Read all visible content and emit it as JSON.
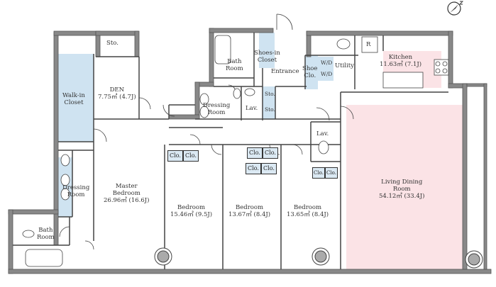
{
  "rooms": {
    "sto": "Sto.",
    "den": {
      "name": "DEN",
      "area": "7.75㎡ (4.7J)"
    },
    "walkin": {
      "line1": "Walk-in",
      "line2": "Closet"
    },
    "bath_top": {
      "line1": "Bath",
      "line2": "Room"
    },
    "shoes_in": {
      "line1": "Shoes-in",
      "line2": "Closet"
    },
    "entrance": "Entrance",
    "shoe_clo": {
      "line1": "Shoe",
      "line2": "Clo."
    },
    "wd1": "W/D",
    "wd2": "W/D",
    "utility": "Utility",
    "kitchen": {
      "name": "Kitchen",
      "area": "11.63㎡ (7.1J)",
      "fridge": "R"
    },
    "dressing_top": {
      "line1": "Dressing",
      "line2": "Room"
    },
    "lav_top": "Lav.",
    "sto_small1": "Sto.",
    "sto_small2": "Sto.",
    "lav_right": "Lav.",
    "dressing_left": {
      "line1": "Dressing",
      "line2": "Room"
    },
    "master": {
      "line1": "Master",
      "line2": "Bedroom",
      "area": "26.96㎡ (16.6J)"
    },
    "bath_bottom": {
      "line1": "Bath",
      "line2": "Room"
    },
    "bedroom1": {
      "name": "Bedroom",
      "area": "15.46㎡ (9.5J)"
    },
    "bedroom2": {
      "name": "Bedroom",
      "area": "13.67㎡ (8.4J)"
    },
    "bedroom3": {
      "name": "Bedroom",
      "area": "13.65㎡ (8.4J)"
    },
    "living": {
      "line1": "Living Dining",
      "line2": "Room",
      "area": "54.12㎡ (33.4J)"
    }
  },
  "closets": {
    "b1a": "Clo.",
    "b1b": "Clo.",
    "b2a": "Clo.",
    "b2b": "Clo.",
    "b2c": "Clo.",
    "b2d": "Clo.",
    "b3a": "Clo.",
    "b3b": "Clo."
  },
  "colors": {
    "wall": "#777777",
    "wet_area": "#cfe3f1",
    "living_floor": "#fbe3e6",
    "line": "#333333"
  },
  "compass_icon": "north-arrow-icon"
}
